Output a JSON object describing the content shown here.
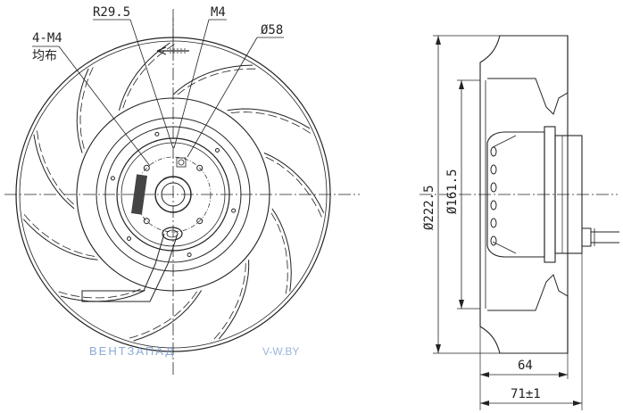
{
  "front_view": {
    "label_holes": "4-M4",
    "label_holes_distribution": "均布",
    "label_radius": "R29.5",
    "label_thread": "M4",
    "label_diameter_hub": "Ø58"
  },
  "side_view": {
    "label_outer_diameter": "Ø222.5",
    "label_inlet_diameter": "Ø161.5",
    "label_depth": "64",
    "label_total_depth": "71±1"
  },
  "watermark": {
    "brand": "ВЕНТЗАПАД",
    "url": "V-W.BY"
  },
  "colors": {
    "line": "#222222",
    "watermark": "#6f97cf"
  }
}
